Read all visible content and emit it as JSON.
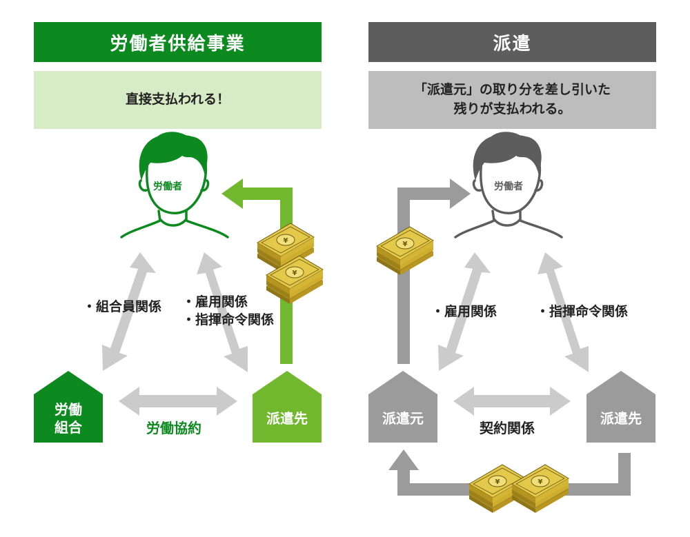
{
  "left": {
    "title": "労働者供給事業",
    "subtitle": "直接支払われる！",
    "worker_label": "労働者",
    "union_label_line1": "労働",
    "union_label_line2": "組合",
    "destination_label": "派遣先",
    "bottom_relation": "労働協約",
    "rel_union_worker": "・組合員関係",
    "rel_dest_worker_1": "・雇用関係",
    "rel_dest_worker_2": "・指揮命令関係"
  },
  "right": {
    "title": "派遣",
    "subtitle_line1": "「派遣元」の取り分を差し引いた",
    "subtitle_line2": "残りが支払われる。",
    "worker_label": "労働者",
    "origin_label": "派遣元",
    "destination_label": "派遣先",
    "bottom_relation": "契約関係",
    "rel_origin_worker": "・雇用関係",
    "rel_dest_worker": "・指揮命令関係"
  },
  "colors": {
    "green_dark": "#0d8a1f",
    "green_light": "#72b82f",
    "green_pale": "#d7ebc6",
    "gray_dark": "#5d5d5d",
    "gray_mid": "#9b9b9b",
    "gray_pale": "#bdbdbd",
    "arrow_gray": "#cbcbcb",
    "money_gold": "#d9bd3c"
  },
  "icons": [
    "worker-icon",
    "money-bundle-icon",
    "double-arrow-icon",
    "flow-arrow-icon"
  ]
}
